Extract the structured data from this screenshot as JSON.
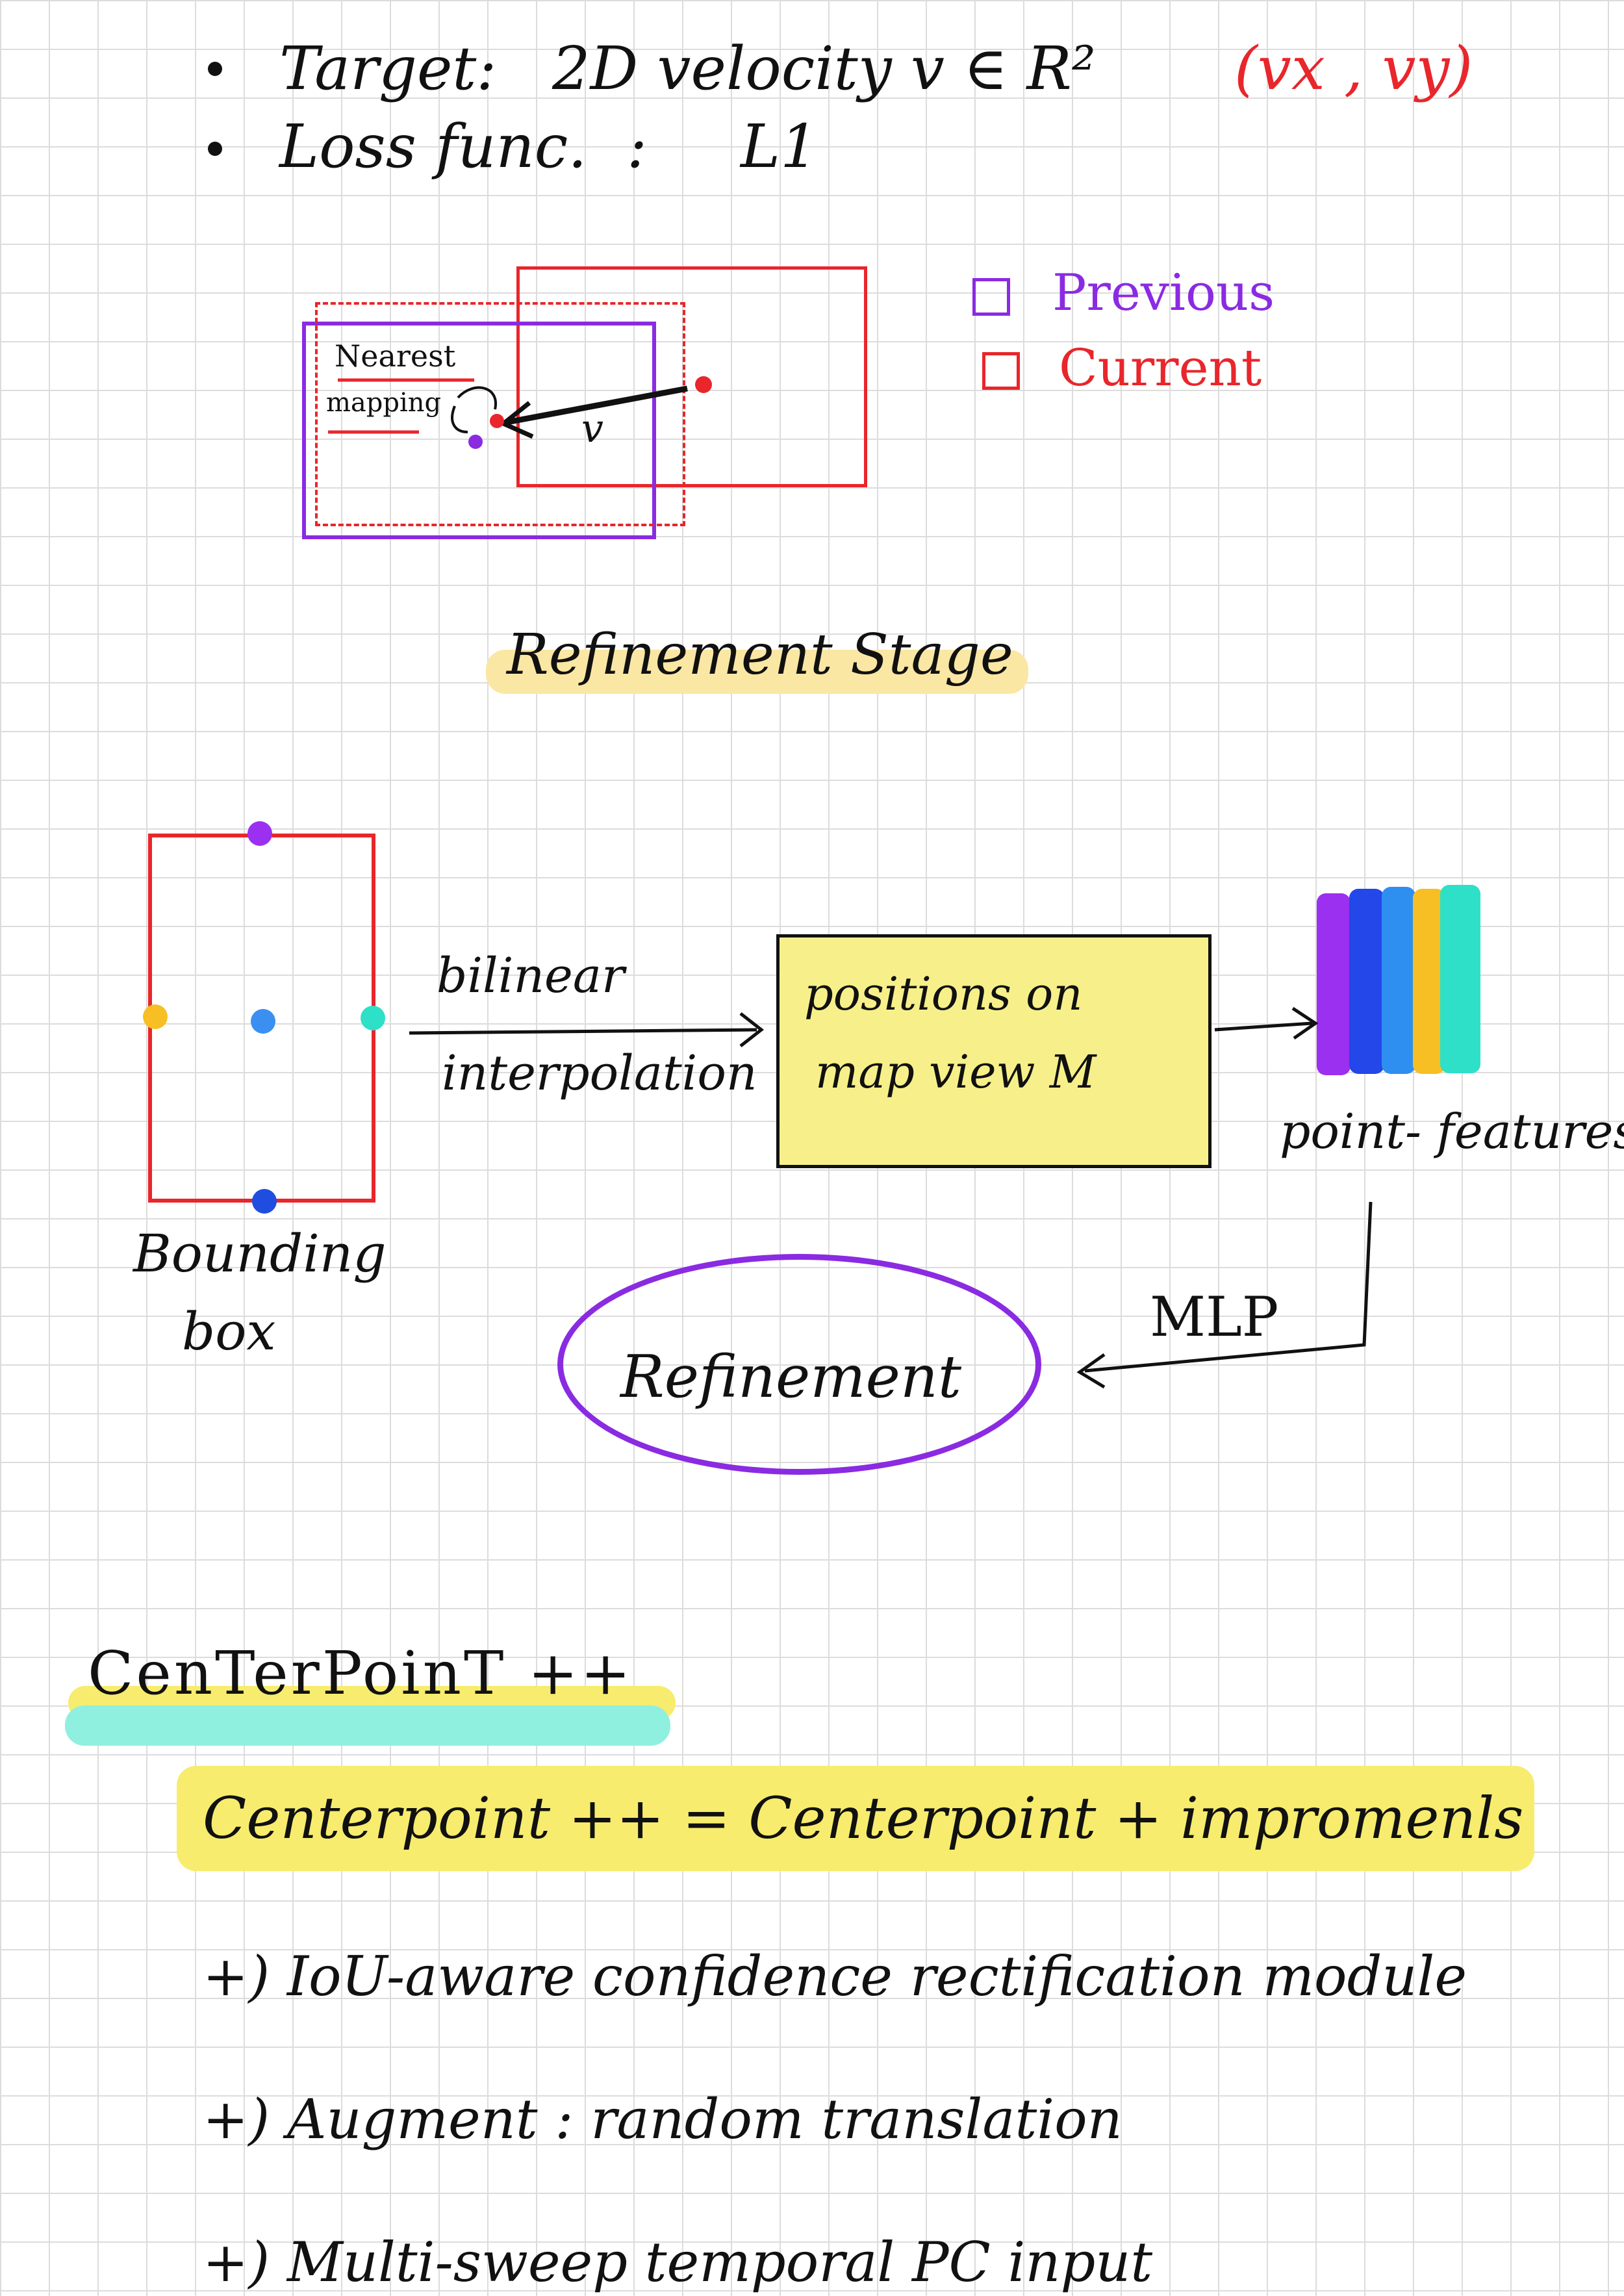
{
  "header": {
    "target_label": "Target:",
    "target_value": "2D velocity  v ∈ R²",
    "target_components": "(vx , vy)",
    "loss_label": "Loss func.",
    "loss_sep": ":",
    "loss_value": "L1"
  },
  "velocity_diagram": {
    "nearest_label": "Nearest",
    "mapping_label": "mapping",
    "vector_label": "v",
    "legend": [
      {
        "label": "Previous",
        "color": "#8a2be2"
      },
      {
        "label": "Current",
        "color": "#e8262b"
      }
    ]
  },
  "refinement_section": {
    "title": "Refinement  Stage",
    "bbox_caption_line1": "Bounding",
    "bbox_caption_line2": "box",
    "arrow1_label_line1": "bilinear",
    "arrow1_label_line2": "interpolation",
    "map_box_line1": "positions on",
    "map_box_line2": "map view  M",
    "features_label": "point- features",
    "mlp_label": "MLP",
    "refinement_label": "Refinement",
    "feature_colors": [
      "#9b30f0",
      "#2347e8",
      "#2f8ff0",
      "#f7bf23",
      "#2ee0c8"
    ],
    "bbox_dot_colors": {
      "top": "#9b30f0",
      "left": "#f7bf23",
      "center": "#3b8ff0",
      "right": "#2ee0c8",
      "bottom": "#1f4de0"
    }
  },
  "centerpoint_section": {
    "heading": "CenTerPoinT ++",
    "equation": "Centerpoint ++  =  Centerpoint  +  impromenls",
    "items": [
      "+)  IoU-aware  confidence  rectification  module",
      "+)  Augment :  random  translation",
      "+)  Multi-sweep  temporal  PC  input"
    ]
  },
  "colors": {
    "red": "#e8262b",
    "purple": "#8a2be2",
    "yellow_highlight": "#f7ec6e",
    "teal_highlight": "#8ff0e0",
    "box_fill": "#f7f08a"
  }
}
